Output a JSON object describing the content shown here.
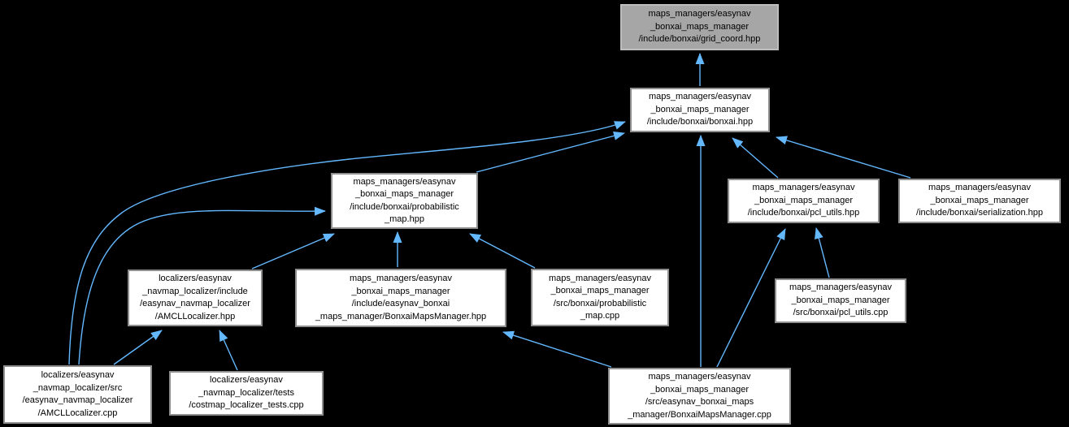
{
  "diagram": {
    "type": "doxygen-included-by-graph",
    "background_color": "#000000",
    "edge_color": "#63B8FF",
    "node_fill": "#FFFFFF",
    "node_border": "#8F8F8F",
    "highlight_node_fill": "#A6A6A6",
    "nodes": {
      "grid_coord_hpp": {
        "label": [
          "maps_managers/easynav",
          "_bonxai_maps_manager",
          "/include/bonxai/grid_coord.hpp"
        ],
        "highlighted": true
      },
      "bonxai_hpp": {
        "label": [
          "maps_managers/easynav",
          "_bonxai_maps_manager",
          "/include/bonxai/bonxai.hpp"
        ],
        "highlighted": false
      },
      "probabilistic_map_hpp": {
        "label": [
          "maps_managers/easynav",
          "_bonxai_maps_manager",
          "/include/bonxai/probabilistic",
          "_map.hpp"
        ],
        "highlighted": false
      },
      "pcl_utils_hpp": {
        "label": [
          "maps_managers/easynav",
          "_bonxai_maps_manager",
          "/include/bonxai/pcl_utils.hpp"
        ],
        "highlighted": false
      },
      "serialization_hpp": {
        "label": [
          "maps_managers/easynav",
          "_bonxai_maps_manager",
          "/include/bonxai/serialization.hpp"
        ],
        "highlighted": false
      },
      "amcl_localizer_hpp": {
        "label": [
          "localizers/easynav",
          "_navmap_localizer/include",
          "/easynav_navmap_localizer",
          "/AMCLLocalizer.hpp"
        ],
        "highlighted": false
      },
      "bonxai_maps_manager_hpp": {
        "label": [
          "maps_managers/easynav",
          "_bonxai_maps_manager",
          "/include/easynav_bonxai",
          "_maps_manager/BonxaiMapsManager.hpp"
        ],
        "highlighted": false
      },
      "probabilistic_map_cpp": {
        "label": [
          "maps_managers/easynav",
          "_bonxai_maps_manager",
          "/src/bonxai/probabilistic",
          "_map.cpp"
        ],
        "highlighted": false
      },
      "pcl_utils_cpp": {
        "label": [
          "maps_managers/easynav",
          "_bonxai_maps_manager",
          "/src/bonxai/pcl_utils.cpp"
        ],
        "highlighted": false
      },
      "amcl_localizer_cpp": {
        "label": [
          "localizers/easynav",
          "_navmap_localizer/src",
          "/easynav_navmap_localizer",
          "/AMCLLocalizer.cpp"
        ],
        "highlighted": false
      },
      "costmap_localizer_tests_cpp": {
        "label": [
          "localizers/easynav",
          "_navmap_localizer/tests",
          "/costmap_localizer_tests.cpp"
        ],
        "highlighted": false
      },
      "bonxai_maps_manager_cpp": {
        "label": [
          "maps_managers/easynav",
          "_bonxai_maps_manager",
          "/src/easynav_bonxai_maps",
          "_manager/BonxaiMapsManager.cpp"
        ],
        "highlighted": false
      }
    },
    "edges": [
      {
        "from": "bonxai_hpp",
        "to": "grid_coord_hpp"
      },
      {
        "from": "probabilistic_map_hpp",
        "to": "bonxai_hpp"
      },
      {
        "from": "amcl_localizer_cpp",
        "to": "bonxai_hpp"
      },
      {
        "from": "bonxai_maps_manager_cpp",
        "to": "bonxai_hpp"
      },
      {
        "from": "pcl_utils_hpp",
        "to": "bonxai_hpp"
      },
      {
        "from": "serialization_hpp",
        "to": "bonxai_hpp"
      },
      {
        "from": "amcl_localizer_hpp",
        "to": "probabilistic_map_hpp"
      },
      {
        "from": "amcl_localizer_cpp",
        "to": "probabilistic_map_hpp"
      },
      {
        "from": "bonxai_maps_manager_hpp",
        "to": "probabilistic_map_hpp"
      },
      {
        "from": "probabilistic_map_cpp",
        "to": "probabilistic_map_hpp"
      },
      {
        "from": "amcl_localizer_cpp",
        "to": "amcl_localizer_hpp"
      },
      {
        "from": "costmap_localizer_tests_cpp",
        "to": "amcl_localizer_hpp"
      },
      {
        "from": "bonxai_maps_manager_cpp",
        "to": "bonxai_maps_manager_hpp"
      },
      {
        "from": "bonxai_maps_manager_cpp",
        "to": "pcl_utils_hpp"
      },
      {
        "from": "pcl_utils_cpp",
        "to": "pcl_utils_hpp"
      }
    ]
  }
}
